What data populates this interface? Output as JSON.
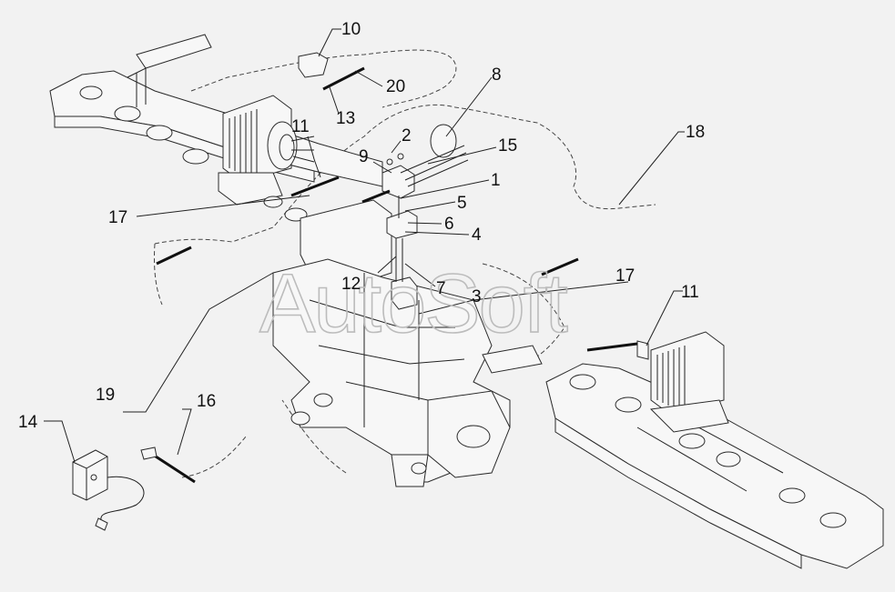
{
  "watermark": "AutoSoft",
  "callouts": [
    {
      "id": "c10",
      "text": "10"
    },
    {
      "id": "c20",
      "text": "20"
    },
    {
      "id": "c13",
      "text": "13"
    },
    {
      "id": "c8",
      "text": "8"
    },
    {
      "id": "c2",
      "text": "2"
    },
    {
      "id": "c9",
      "text": "9"
    },
    {
      "id": "c15",
      "text": "15"
    },
    {
      "id": "c11a",
      "text": "11"
    },
    {
      "id": "c18",
      "text": "18"
    },
    {
      "id": "c1",
      "text": "1"
    },
    {
      "id": "c5",
      "text": "5"
    },
    {
      "id": "c6",
      "text": "6"
    },
    {
      "id": "c4",
      "text": "4"
    },
    {
      "id": "c17a",
      "text": "17"
    },
    {
      "id": "c12",
      "text": "12"
    },
    {
      "id": "c7",
      "text": "7"
    },
    {
      "id": "c3",
      "text": "3"
    },
    {
      "id": "c17b",
      "text": "17"
    },
    {
      "id": "c11b",
      "text": "11"
    },
    {
      "id": "c14",
      "text": "14"
    },
    {
      "id": "c19",
      "text": "19"
    },
    {
      "id": "c16",
      "text": "16"
    }
  ]
}
